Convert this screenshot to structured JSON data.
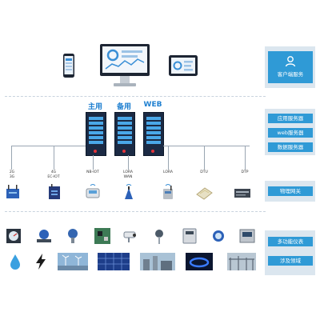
{
  "side": {
    "client_service": "客户端服务",
    "app_server": "应用服务器",
    "web_server": "web服务器",
    "db_server": "数据服务器",
    "gateway": "物理网关",
    "meters": "多功能仪表",
    "domains": "涉及领域"
  },
  "servers": {
    "main": "主用",
    "backup": "备用",
    "web": "WEB"
  },
  "protocols": {
    "p1": [
      "2G",
      "3G"
    ],
    "p2": [
      "4G",
      "EC-IOT"
    ],
    "p3": [
      "NB-IOT"
    ],
    "p4": [
      "LORA",
      "WAN"
    ],
    "p5": [
      "LORA"
    ],
    "p6": [
      "DTU"
    ],
    "p7": [
      "DTP"
    ]
  },
  "colors": {
    "accent": "#2f9ad6",
    "panel": "#dbe6ef",
    "rack": "#1b2a44"
  }
}
